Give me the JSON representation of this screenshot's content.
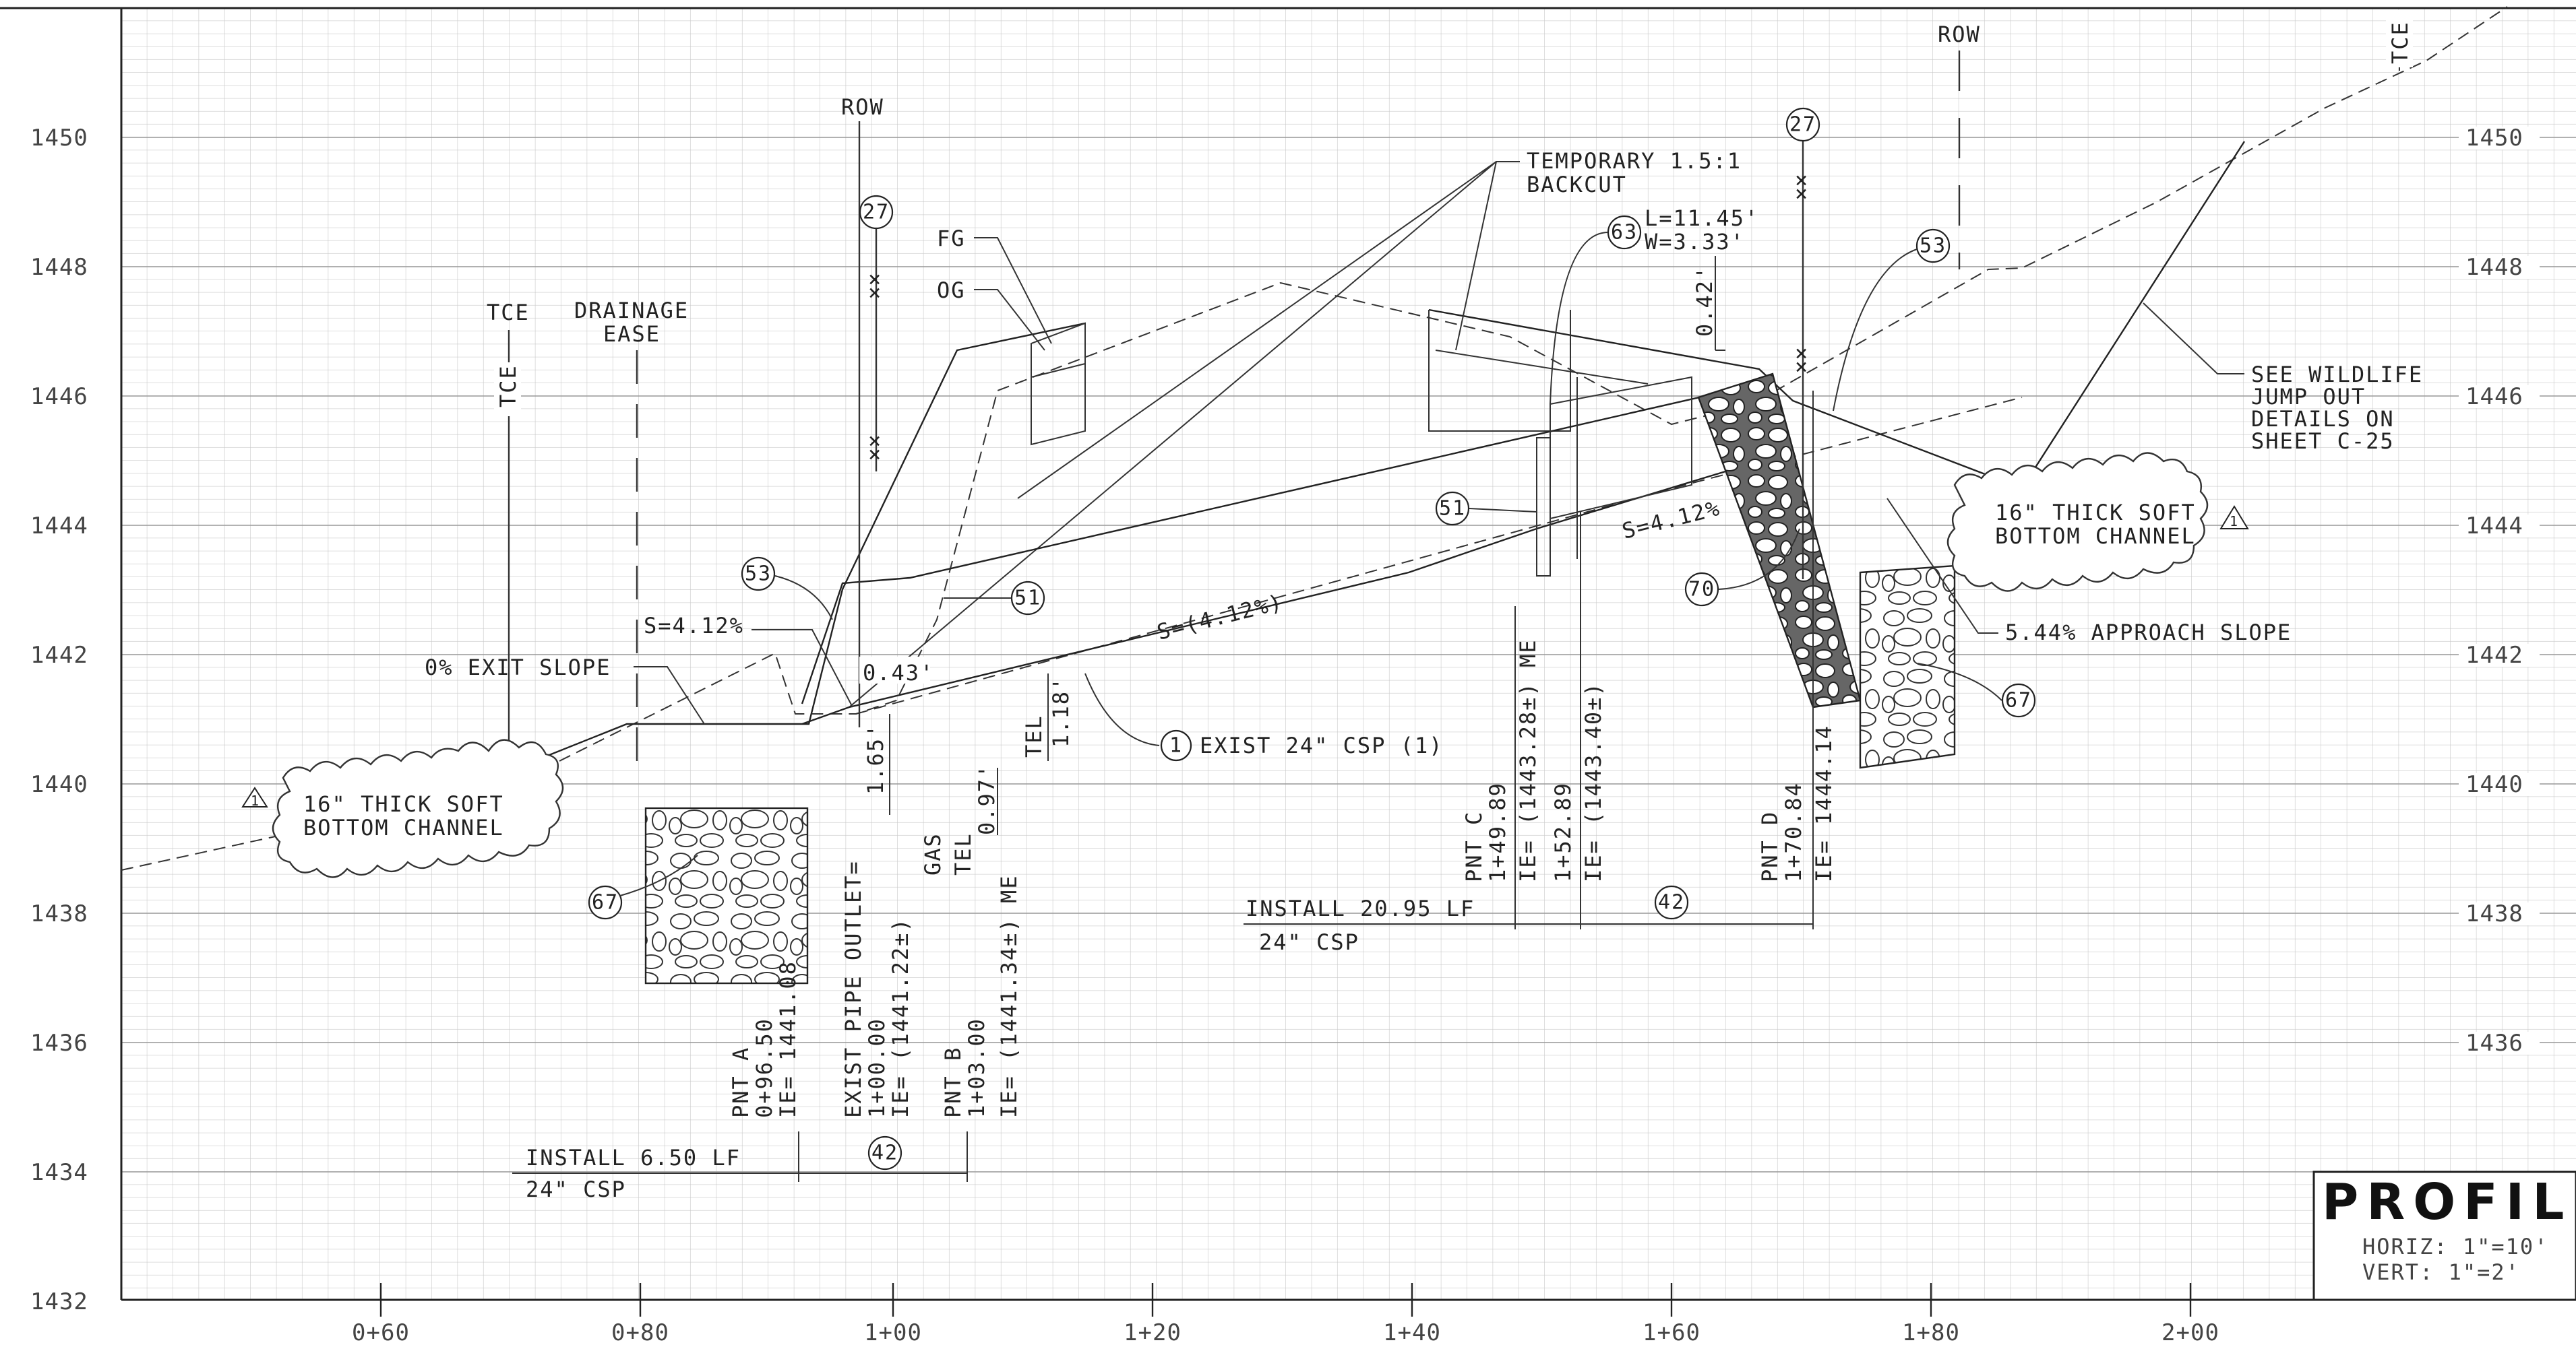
{
  "sheet": {
    "title": "PROFILE",
    "horiz_scale": "HORIZ: 1\"=10'",
    "vert_scale": "VERT:  1\"=2'"
  },
  "axes": {
    "elevations": [
      "1450",
      "1448",
      "1446",
      "1444",
      "1442",
      "1440",
      "1438",
      "1436",
      "1434",
      "1432"
    ],
    "elevations_right": [
      "1450",
      "1448",
      "1446",
      "1444",
      "1442",
      "1440",
      "1438",
      "1436"
    ],
    "stations": [
      "0+60",
      "0+80",
      "1+00",
      "1+20",
      "1+40",
      "1+60",
      "1+80",
      "2+00"
    ]
  },
  "labels": {
    "row": "ROW",
    "tce": "TCE",
    "drainage_ease_1": "DRAINAGE",
    "drainage_ease_2": "EASE",
    "fg": "FG",
    "og": "OG",
    "temp_backcut_1": "TEMPORARY 1.5:1",
    "temp_backcut_2": "BACKCUT",
    "box_l": "L=11.45'",
    "box_w": "W=3.33'",
    "dim_042": "0.42'",
    "wildlife_1": "SEE WILDLIFE",
    "wildlife_2": "JUMP OUT",
    "wildlife_3": "DETAILS ON",
    "wildlife_4": "SHEET C-25",
    "soft_bottom_1": "16\" THICK SOFT",
    "soft_bottom_2": "BOTTOM CHANNEL",
    "slope_right": "S=4.12%",
    "slope_left": "S=4.12%",
    "slope_exist": "S=(4.12%)",
    "approach_slope": "5.44% APPROACH SLOPE",
    "exit_slope": "0% EXIT SLOPE",
    "exist_csp": "EXIST 24\" CSP (1)",
    "dim_043": "0.43'",
    "dim_165": "1.65'",
    "dim_118": "1.18'",
    "dim_097": "0.97'",
    "tel": "TEL",
    "gas": "GAS",
    "install_left_1": "INSTALL 6.50 LF",
    "install_left_2": "24\" CSP",
    "install_right_1": "INSTALL 20.95 LF",
    "install_right_2": "24\" CSP",
    "pnt_a": [
      "PNT A",
      "0+96.50",
      "IE= 1441.08"
    ],
    "exist_outlet": [
      "EXIST PIPE OUTLET=",
      "1+00.00",
      "IE= (1441.22±)"
    ],
    "pnt_b": [
      "PNT B",
      "1+03.00",
      "IE= (1441.34±) ME"
    ],
    "pnt_c": [
      "PNT C",
      "1+49.89",
      "IE= (1443.28±) ME"
    ],
    "pnt_c2": [
      "1+52.89",
      "IE= (1443.40±)"
    ],
    "pnt_d": [
      "PNT D",
      "1+70.84",
      "IE= 1444.14"
    ],
    "callouts": {
      "c27": "27",
      "c51": "51",
      "c53": "53",
      "c63": "63",
      "c67": "67",
      "c70": "70",
      "c42": "42",
      "c1": "1",
      "tri": "1"
    }
  }
}
